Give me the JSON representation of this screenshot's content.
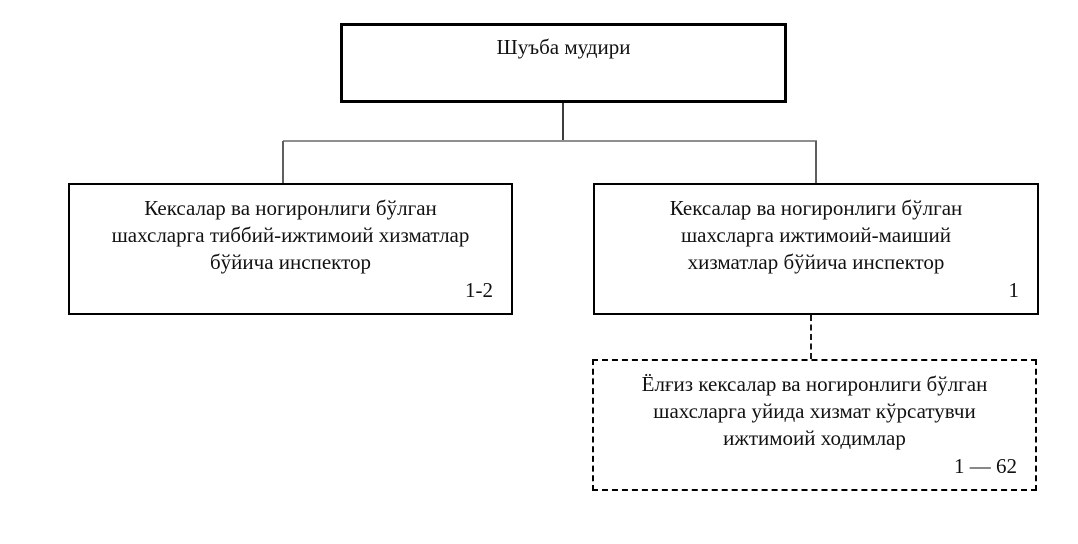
{
  "diagram": {
    "type": "org-chart",
    "background_color": "#ffffff",
    "border_color": "#000000",
    "connector_color": "#8f8f8f",
    "root": {
      "title": "Шуъба мудири"
    },
    "left_box": {
      "lines": [
        "Кексалар ва ногиронлиги бўлган",
        "шахсларга тиббий-ижтимоий хизматлар",
        "бўйича инспектор"
      ],
      "count": "1-2"
    },
    "right_box": {
      "lines": [
        "Кексалар ва ногиронлиги бўлган",
        "шахсларга ижтимоий-маиший",
        "хизматлар бўйича инспектор"
      ],
      "count": "1"
    },
    "dashed_box": {
      "lines": [
        "Ёлғиз кексалар ва ногиронлиги бўлган",
        "шахсларга уйида хизмат кўрсатувчи",
        "ижтимоий ходимлар"
      ],
      "count": "1 — 62"
    }
  }
}
